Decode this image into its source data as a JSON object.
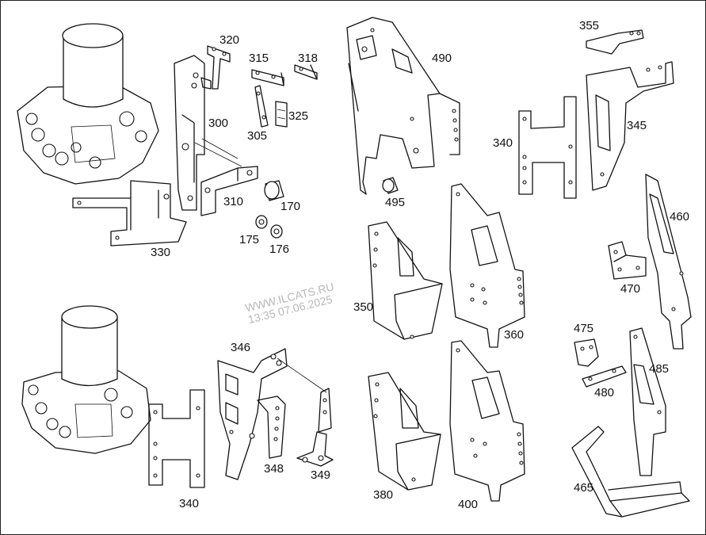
{
  "watermark": {
    "line1": "WWW.ILCATS.RU",
    "line2": "13:35 07.06.2025",
    "color": "#b8b8b8"
  },
  "parts": [
    {
      "id": "p320",
      "label": "320"
    },
    {
      "id": "p315",
      "label": "315"
    },
    {
      "id": "p318",
      "label": "318"
    },
    {
      "id": "p300",
      "label": "300"
    },
    {
      "id": "p305",
      "label": "305"
    },
    {
      "id": "p325",
      "label": "325"
    },
    {
      "id": "p310",
      "label": "310"
    },
    {
      "id": "p170",
      "label": "170"
    },
    {
      "id": "p175",
      "label": "175"
    },
    {
      "id": "p176",
      "label": "176"
    },
    {
      "id": "p330",
      "label": "330"
    },
    {
      "id": "p490",
      "label": "490"
    },
    {
      "id": "p495",
      "label": "495"
    },
    {
      "id": "p355",
      "label": "355"
    },
    {
      "id": "p340a",
      "label": "340"
    },
    {
      "id": "p345",
      "label": "345"
    },
    {
      "id": "p460",
      "label": "460"
    },
    {
      "id": "p470",
      "label": "470"
    },
    {
      "id": "p350",
      "label": "350"
    },
    {
      "id": "p360",
      "label": "360"
    },
    {
      "id": "p346",
      "label": "346"
    },
    {
      "id": "p348",
      "label": "348"
    },
    {
      "id": "p349",
      "label": "349"
    },
    {
      "id": "p340b",
      "label": "340"
    },
    {
      "id": "p380",
      "label": "380"
    },
    {
      "id": "p400",
      "label": "400"
    },
    {
      "id": "p475",
      "label": "475"
    },
    {
      "id": "p485",
      "label": "485"
    },
    {
      "id": "p480",
      "label": "480"
    },
    {
      "id": "p465",
      "label": "465"
    }
  ]
}
